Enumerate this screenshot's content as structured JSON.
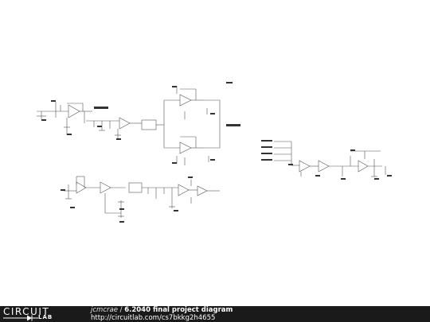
{
  "footer": {
    "logo_top": "CIRCUIT",
    "logo_bottom": "LAB",
    "author": "jcmcrae",
    "separator": "/",
    "title": "6.2040 final project diagram",
    "url": "http://circuitlab.com/cs7bkkg2h4655"
  },
  "colors": {
    "footer_bg": "#1a1a1a",
    "wire": "#555555",
    "label_block": "#333333",
    "background": "#ffffff"
  },
  "icons": {
    "logo": "circuitlab-logo",
    "diode": "diode-icon"
  }
}
